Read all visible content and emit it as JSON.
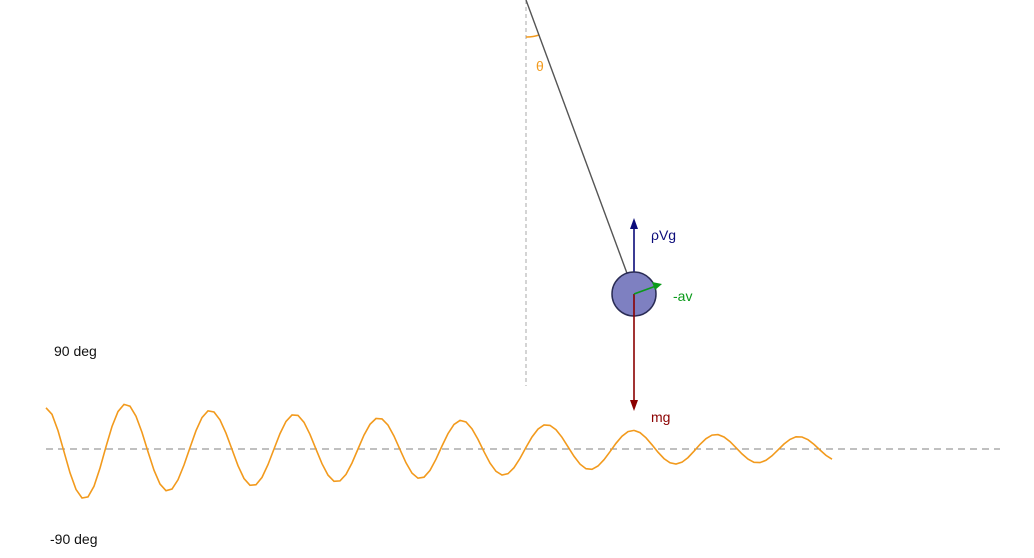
{
  "labels": {
    "theta": "θ",
    "buoyancy": "ρVg",
    "drag": "-av",
    "gravity": "mg",
    "y_max": "90 deg",
    "y_min": "-90 deg"
  },
  "colors": {
    "rod": "#555555",
    "bob_fill": "#7e80c1",
    "bob_stroke": "#2a2c55",
    "angle": "#f29a1d",
    "buoyancy": "#0b0b7a",
    "drag": "#0a9a1a",
    "gravity": "#8b0000",
    "trace": "#f29a1d",
    "guide": "#aaaaaa",
    "baseline": "#808080"
  },
  "chart_data": {
    "type": "line",
    "ylim": [
      -90,
      90
    ],
    "series": [
      {
        "x": [
          0,
          6,
          12,
          18,
          24,
          30,
          36,
          42,
          48,
          54,
          60,
          66,
          72,
          78,
          84,
          90,
          96,
          102,
          108,
          114,
          120,
          126,
          132,
          138,
          144,
          150,
          156,
          162,
          168,
          174,
          180,
          186,
          192,
          198,
          204,
          210,
          216,
          222,
          228,
          234,
          240,
          246,
          252,
          258,
          264,
          270,
          276,
          282,
          288,
          294,
          300,
          306,
          312,
          318,
          324,
          330,
          336,
          342,
          348,
          354,
          360,
          366,
          372,
          378,
          384,
          390,
          396,
          402,
          408,
          414,
          420,
          426,
          432,
          438,
          444,
          450,
          456,
          462,
          468,
          474,
          480,
          486,
          492,
          498,
          504,
          510,
          516,
          522,
          528,
          534,
          540,
          546,
          552,
          558,
          564,
          570,
          576,
          582,
          588,
          594,
          600,
          606,
          612,
          618,
          624,
          630,
          636,
          642,
          648,
          654,
          660,
          666,
          672,
          678,
          684,
          690,
          696,
          702,
          708,
          714,
          720,
          726,
          732,
          738,
          744,
          750,
          756,
          762,
          768,
          774,
          780,
          786
        ],
        "values": [
          37.8,
          31.84,
          16.91,
          -2.51,
          -21.85,
          -37.06,
          -44.98,
          -43.97,
          -34.21,
          -17.58,
          2.11,
          20.64,
          34.38,
          40.92,
          39.31,
          30.15,
          15.25,
          -2.47,
          -19.49,
          -32.23,
          -38.34,
          -36.76,
          -28.25,
          -14.73,
          1.27,
          16.79,
          28.86,
          35.0,
          34.02,
          26.75,
          14.52,
          -0.34,
          -15.3,
          -27.06,
          -33.34,
          -32.81,
          -26.1,
          -14.37,
          0.04,
          14.18,
          25.35,
          31.29,
          30.83,
          24.51,
          13.43,
          -0.16,
          -13.5,
          -24.0,
          -29.66,
          -29.31,
          -23.36,
          -12.87,
          0.03,
          12.72,
          22.69,
          28.0,
          27.64,
          21.94,
          11.88,
          -0.52,
          -12.66,
          -22.11,
          -26.79,
          -25.87,
          -19.69,
          -9.36,
          2.77,
          14.18,
          22.55,
          26.28,
          24.82,
          18.59,
          8.82,
          -2.45,
          -12.94,
          -20.52,
          -23.89,
          -22.67,
          -17.18,
          -8.59,
          1.46,
          11.04,
          18.31,
          22.01,
          21.67,
          17.74,
          10.71,
          2.02,
          -6.73,
          -13.86,
          -18.05,
          -18.61,
          -15.62,
          -9.87,
          -2.47,
          5.2,
          11.76,
          15.97,
          17.1,
          15.05,
          10.31,
          3.87,
          -2.96,
          -8.84,
          -12.69,
          -13.82,
          -12.14,
          -7.93,
          -2.05,
          4.19,
          9.47,
          12.72,
          13.24,
          11.04,
          6.77,
          1.22,
          -4.53,
          -9.3,
          -12.17,
          -12.53,
          -10.37,
          -6.2,
          -0.84,
          4.55,
          8.83,
          11.16,
          11.04,
          8.52,
          4.19,
          -0.95,
          -5.87,
          -9.38
        ]
      }
    ]
  }
}
